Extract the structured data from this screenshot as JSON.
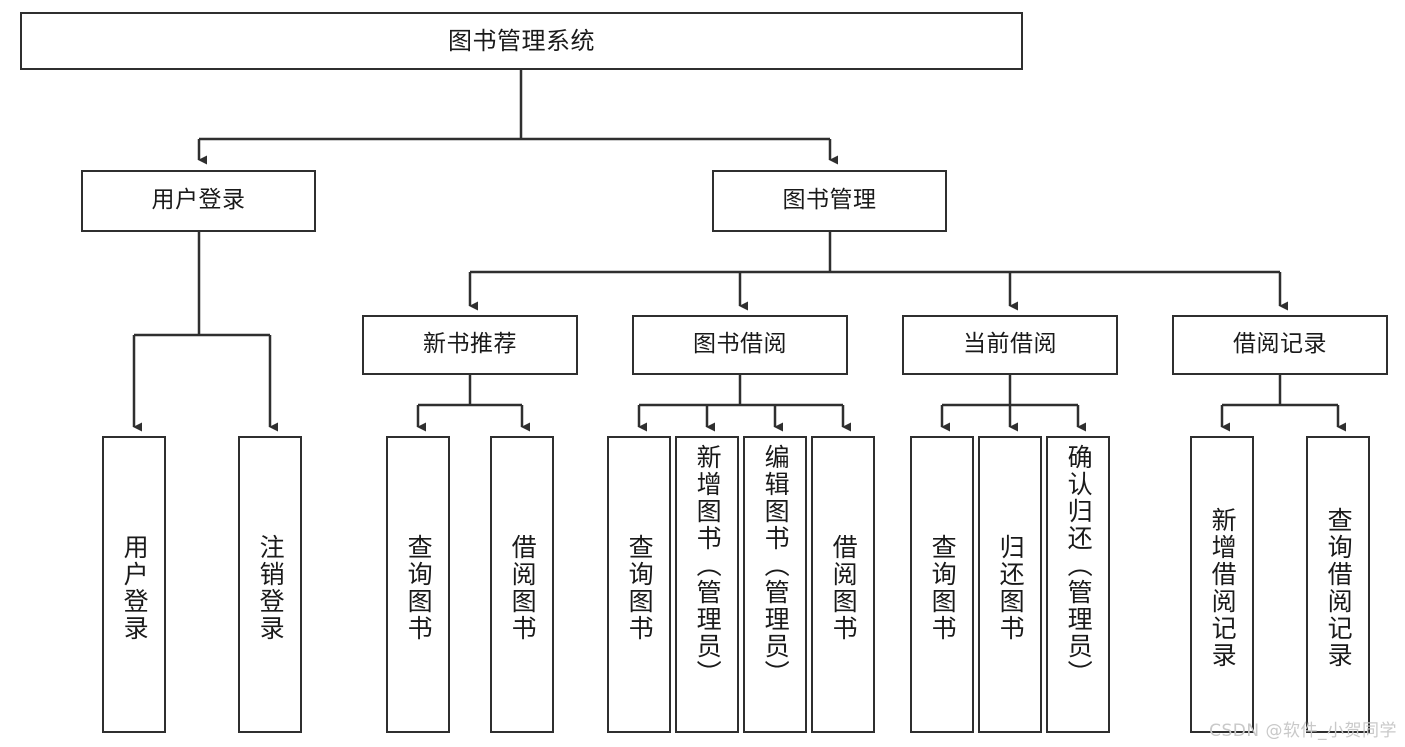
{
  "diagram": {
    "type": "tree",
    "title": "图书管理系统",
    "root": {
      "label": "图书管理系统"
    },
    "level2": [
      {
        "label": "用户登录"
      },
      {
        "label": "图书管理"
      }
    ],
    "level3": [
      {
        "label": "新书推荐"
      },
      {
        "label": "图书借阅"
      },
      {
        "label": "当前借阅"
      },
      {
        "label": "借阅记录"
      }
    ],
    "leaves": {
      "user_login": [
        {
          "label": "用户登录"
        },
        {
          "label": "注销登录"
        }
      ],
      "new_book_recommend": [
        {
          "label": "查询图书"
        },
        {
          "label": "借阅图书"
        }
      ],
      "book_borrow": [
        {
          "label": "查询图书"
        },
        {
          "label": "新增图书（管理员）"
        },
        {
          "label": "编辑图书（管理员）"
        },
        {
          "label": "借阅图书"
        }
      ],
      "current_borrow": [
        {
          "label": "查询图书"
        },
        {
          "label": "归还图书"
        },
        {
          "label": "确认归还（管理员）"
        }
      ],
      "borrow_record": [
        {
          "label": "新增借阅记录"
        },
        {
          "label": "查询借阅记录"
        }
      ]
    }
  },
  "watermark": {
    "text": "CSDN @软件_小贺同学"
  },
  "colors": {
    "stroke": "#2f2f2f",
    "background": "#ffffff",
    "text": "#1a1a1a",
    "watermark": "#c9c9c9"
  }
}
